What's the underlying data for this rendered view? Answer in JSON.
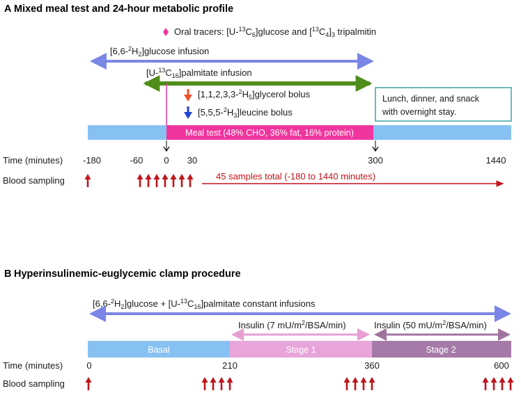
{
  "panel_a": {
    "letter": "A",
    "title": "Mixed meal test and 24-hour metabolic profile",
    "oral_tracers": "Oral tracers: [U-13C6]glucose and [13C4]3 tripalmitin",
    "glucose_infusion": "[6,6-2H2]glucose infusion",
    "palmitate_infusion": "[U-13C16]palmitate infusion",
    "glycerol_bolus": "[1,1,2,3,3-2H5]glycerol bolus",
    "leucine_bolus": "[5,5,5-2H3]leucine bolus",
    "lunch_line1": "Lunch, dinner, and snack",
    "lunch_line2": "with overnight stay.",
    "meal_test": "Meal test (48% CHO, 36% fat, 16% protein)",
    "time_label": "Time (minutes)",
    "time_ticks": [
      "-180",
      "-60",
      "0",
      "30",
      "300",
      "1440"
    ],
    "blood_label": "Blood sampling",
    "samples_total": "45 samples total (-180 to 1440 minutes)"
  },
  "panel_b": {
    "letter": "B",
    "title": "Hyperinsulinemic-euglycemic clamp procedure",
    "infusions": "[6,6-2H2]glucose + [U-13C16]palmitate constant infusions",
    "insulin_stage1": "Insulin (7 mU/m2/BSA/min)",
    "insulin_stage2": "Insulin (50 mU/m2/BSA/min)",
    "basal": "Basal",
    "stage1": "Stage 1",
    "stage2": "Stage 2",
    "time_label": "Time (minutes)",
    "time_ticks": [
      "0",
      "210",
      "360",
      "600"
    ],
    "blood_label": "Blood sampling"
  },
  "colors": {
    "blue_bar": "#87c1f2",
    "pink_bar": "#f0359e",
    "purple_arrow": "#7a86e6",
    "green_arrow": "#4f8d1a",
    "orange_arrow": "#f0522a",
    "blue_arrow": "#1e41d6",
    "red": "#c0141a",
    "teal_box": "#3aa6a6",
    "stage1": "#e7a5d9",
    "stage2": "#a57aa8",
    "insulin1_arrow": "#e79ed2",
    "insulin2_arrow": "#a0749f"
  }
}
